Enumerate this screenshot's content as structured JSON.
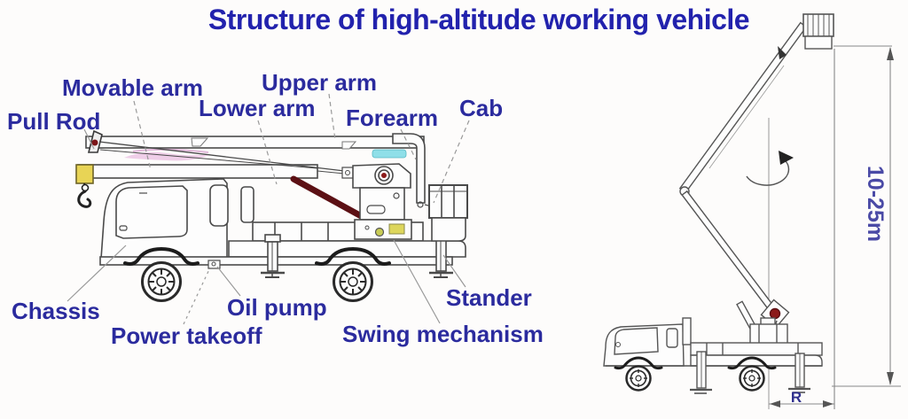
{
  "title": "Structure of high-altitude working vehicle",
  "colors": {
    "title_text": "#2222ad",
    "label_text": "#2b2b9e",
    "line_art": "#4a4a4a",
    "leader_line": "#999999",
    "pull_rod_maroon": "#5c1014",
    "hook_block_yellow": "#e8d455",
    "boom_highlight_cyan": "#8fdfe8",
    "boom_highlight_pink": "#e3a8d8",
    "turret_highlight_olive": "#c8d04a"
  },
  "left_diagram": {
    "callouts": {
      "pull_rod": "Pull Rod",
      "movable_arm": "Movable arm",
      "lower_arm": "Lower arm",
      "upper_arm": "Upper arm",
      "forearm": "Forearm",
      "cab": "Cab",
      "chassis": "Chassis",
      "power_takeoff": "Power takeoff",
      "oil_pump": "Oil pump",
      "swing_mechanism": "Swing mechanism",
      "stander": "Stander"
    }
  },
  "right_diagram": {
    "height_range": "10-25m",
    "radius_label": "R"
  }
}
